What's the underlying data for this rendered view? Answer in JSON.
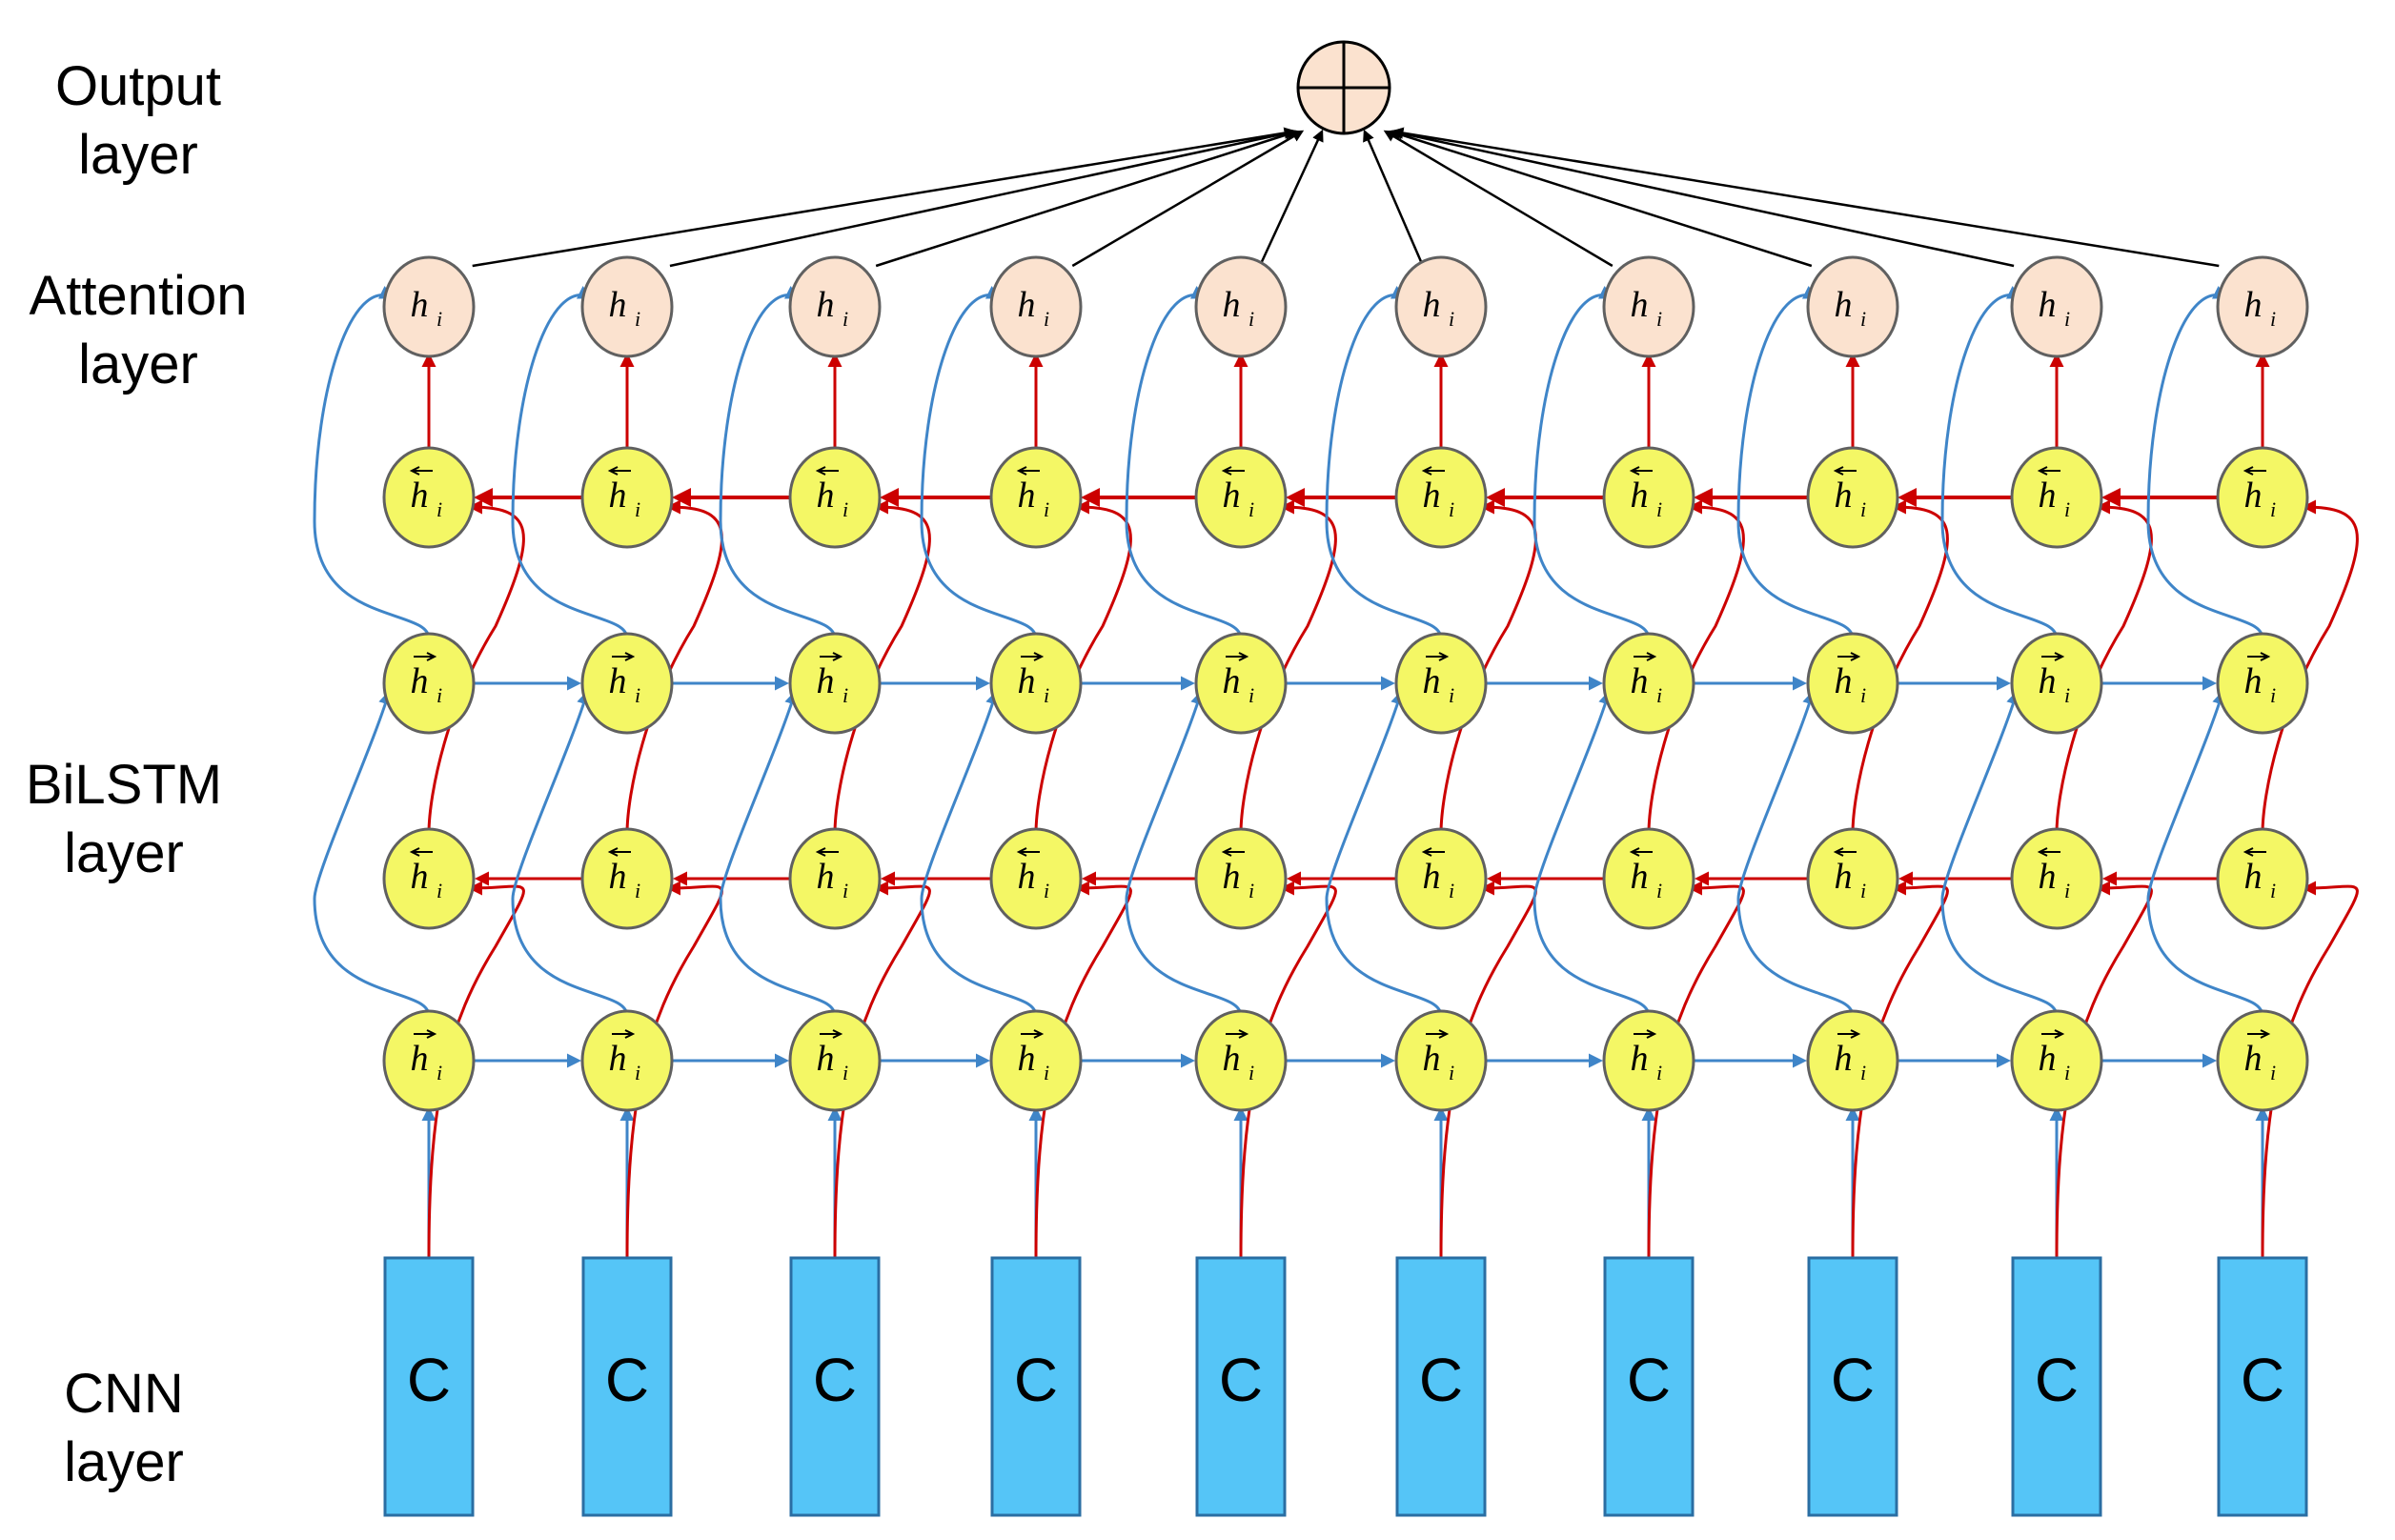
{
  "layer_labels": {
    "output": [
      "Output",
      "layer"
    ],
    "attention": [
      "Attention",
      "layer"
    ],
    "bilstm": [
      "BiLSTM",
      "layer"
    ],
    "cnn": [
      "CNN",
      "layer"
    ]
  },
  "output_node": {
    "symbol": "⊕",
    "fill": "#fbe2cf"
  },
  "attention_node": {
    "label": "h",
    "subscript": "i",
    "fill": "#fbe2cf"
  },
  "lstm_node": {
    "label": "h",
    "subscript": "i",
    "fill": "#f4f765"
  },
  "cnn_block": {
    "label": "C",
    "fill": "#55c5f7"
  },
  "columns": 10,
  "colors": {
    "forward_arrow": "#3f85c8",
    "backward_arrow": "#cc0000",
    "output_arrow": "#000000",
    "node_stroke": "#606060",
    "block_stroke": "#2a6ea3"
  }
}
